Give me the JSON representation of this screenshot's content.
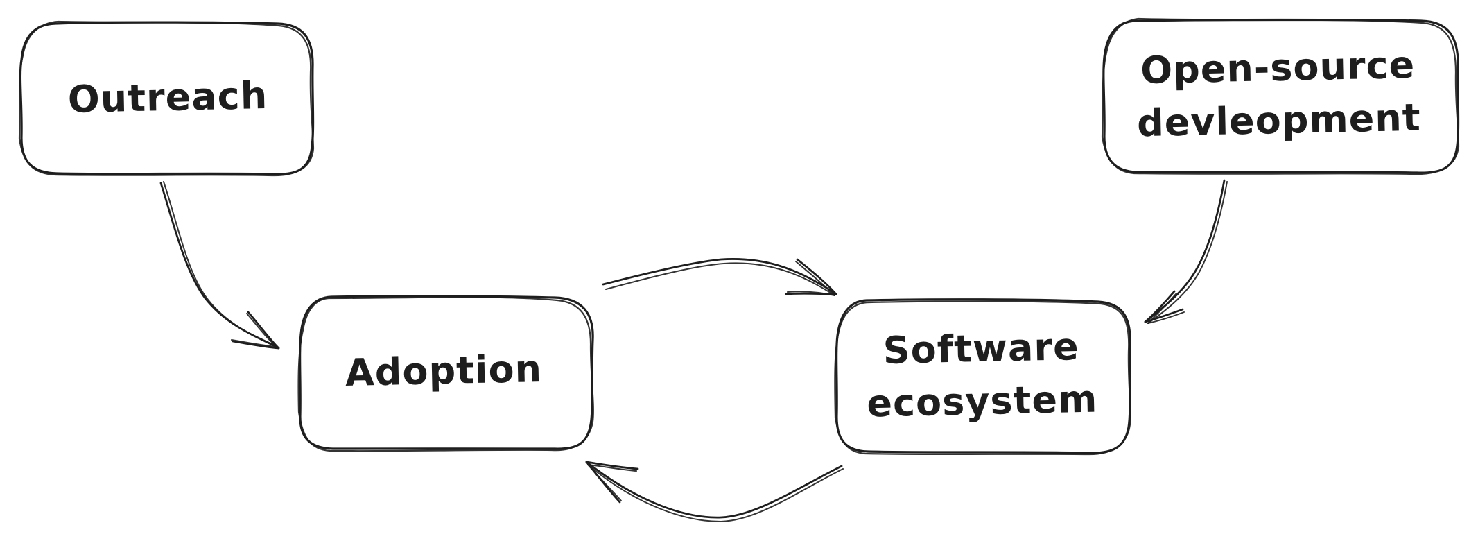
{
  "diagram": {
    "nodes": [
      {
        "id": "outreach",
        "label": "Outreach"
      },
      {
        "id": "adoption",
        "label": "Adoption"
      },
      {
        "id": "software",
        "label": "Software\necosystem"
      },
      {
        "id": "opensource",
        "label": "Open-source\ndevleopment"
      }
    ],
    "edges": [
      {
        "from": "outreach",
        "to": "adoption"
      },
      {
        "from": "adoption",
        "to": "software"
      },
      {
        "from": "software",
        "to": "adoption"
      },
      {
        "from": "opensource",
        "to": "software"
      }
    ],
    "style": {
      "stroke_color": "#1e1e1e",
      "background_color": "#ffffff",
      "sketchy": true
    }
  }
}
